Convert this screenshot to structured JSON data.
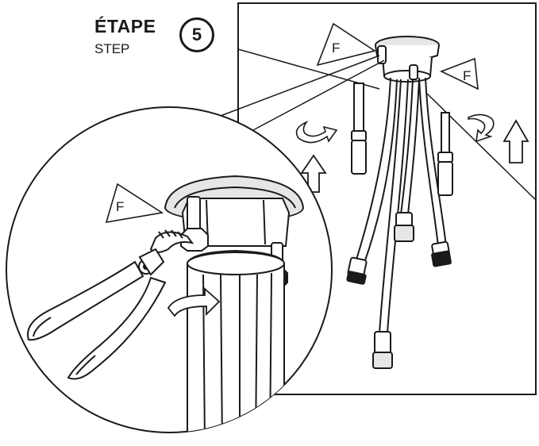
{
  "step": {
    "title": "ÉTAPE",
    "subtitle": "STEP",
    "number": "5"
  },
  "fastener_labels": [
    "F",
    "F",
    "F"
  ],
  "colors": {
    "line": "#1a1a1a",
    "background": "#ffffff",
    "shade": "#e6e6e6"
  }
}
